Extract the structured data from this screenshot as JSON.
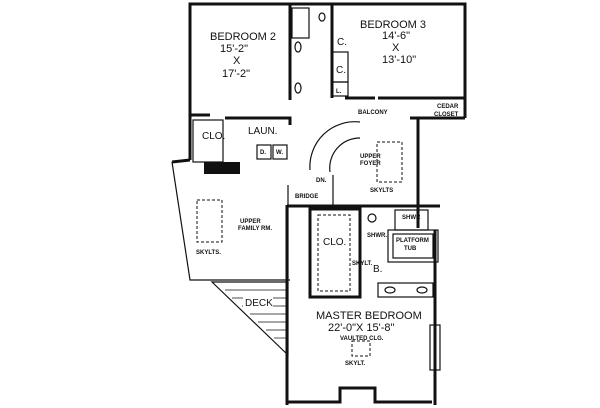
{
  "rooms": {
    "bedroom2": {
      "name": "BEDROOM 2",
      "width": "15'-2\"",
      "x": "X",
      "length": "17'-2\""
    },
    "bedroom3": {
      "name": "BEDROOM 3",
      "width": "14'-6\"",
      "x": "X",
      "length": "13'-10\""
    },
    "balcony": "BALCONY",
    "cedar_closet": [
      "CEDAR",
      "CLOSET"
    ],
    "clo": "CLO.",
    "laun": "LAUN.",
    "dryer": "D.",
    "washer": "W.",
    "closet_c1": "C.",
    "closet_c2": "C.",
    "linen": "L.",
    "upper_foyer": [
      "UPPER",
      "FOYER"
    ],
    "foyer_skylts": "SKYLTS",
    "dn": "DN.",
    "bridge": "BRIDGE",
    "upper_family": [
      "UPPER",
      "FAMILY RM."
    ],
    "family_skylts": "SKYLTS.",
    "deck": "DECK",
    "master_clo": "CLO.",
    "shwr": "SHWR.",
    "shwr2": "SHWR",
    "platform_tub": [
      "PLATFORM",
      "TUB"
    ],
    "bath_skylt": "SKYLT.",
    "bath": "B.",
    "master": {
      "name": "MASTER BEDROOM",
      "size": "22'-0\"X 15'-8\"",
      "ceiling": "VAULTED CLG.",
      "skylt": "SKYLT."
    }
  }
}
